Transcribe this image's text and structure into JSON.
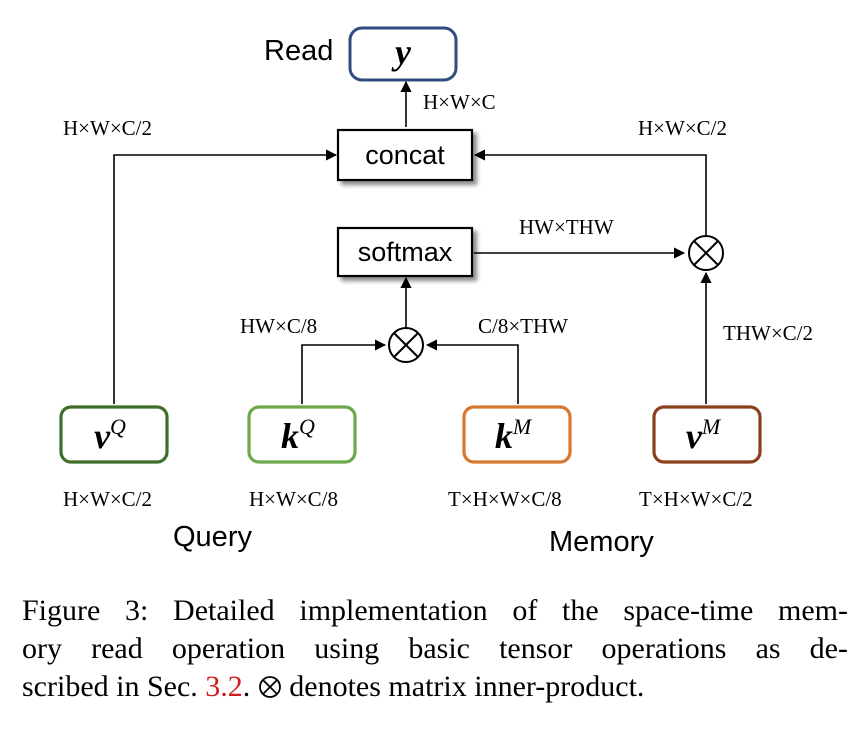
{
  "nodes": {
    "read_label": "Read",
    "y": "y",
    "concat": "concat",
    "softmax": "softmax",
    "vq": {
      "base": "v",
      "sup": "Q"
    },
    "kq": {
      "base": "k",
      "sup": "Q"
    },
    "km": {
      "base": "k",
      "sup": "M"
    },
    "vm": {
      "base": "v",
      "sup": "M"
    }
  },
  "dims": {
    "y_in": "H×W×C",
    "vq_to_concat": "H×W×C/2",
    "vm_to_concat": "H×W×C/2",
    "softmax_out": "HW×THW",
    "kq_in": "HW×C/8",
    "km_in": "C/8×THW",
    "vm_in": "THW×C/2",
    "vq": "H×W×C/2",
    "kq": "H×W×C/8",
    "km": "T×H×W×C/8",
    "vm": "T×H×W×C/2"
  },
  "groups": {
    "query": "Query",
    "memory": "Memory"
  },
  "caption": {
    "line1": "Figure 3: Detailed implementation of the space-time mem-",
    "line2": "ory read operation using basic tensor operations as de-",
    "line3_pre": "scribed in Sec. ",
    "line3_ref": "3.2",
    "line3_post": " denotes matrix inner-product."
  },
  "colors": {
    "y_border": "#2f4d7e",
    "vq_border": "#3e6e2a",
    "kq_border": "#6da84a",
    "km_border": "#d8782f",
    "vm_border": "#8b3f1c",
    "ref": "#d11a1a"
  }
}
